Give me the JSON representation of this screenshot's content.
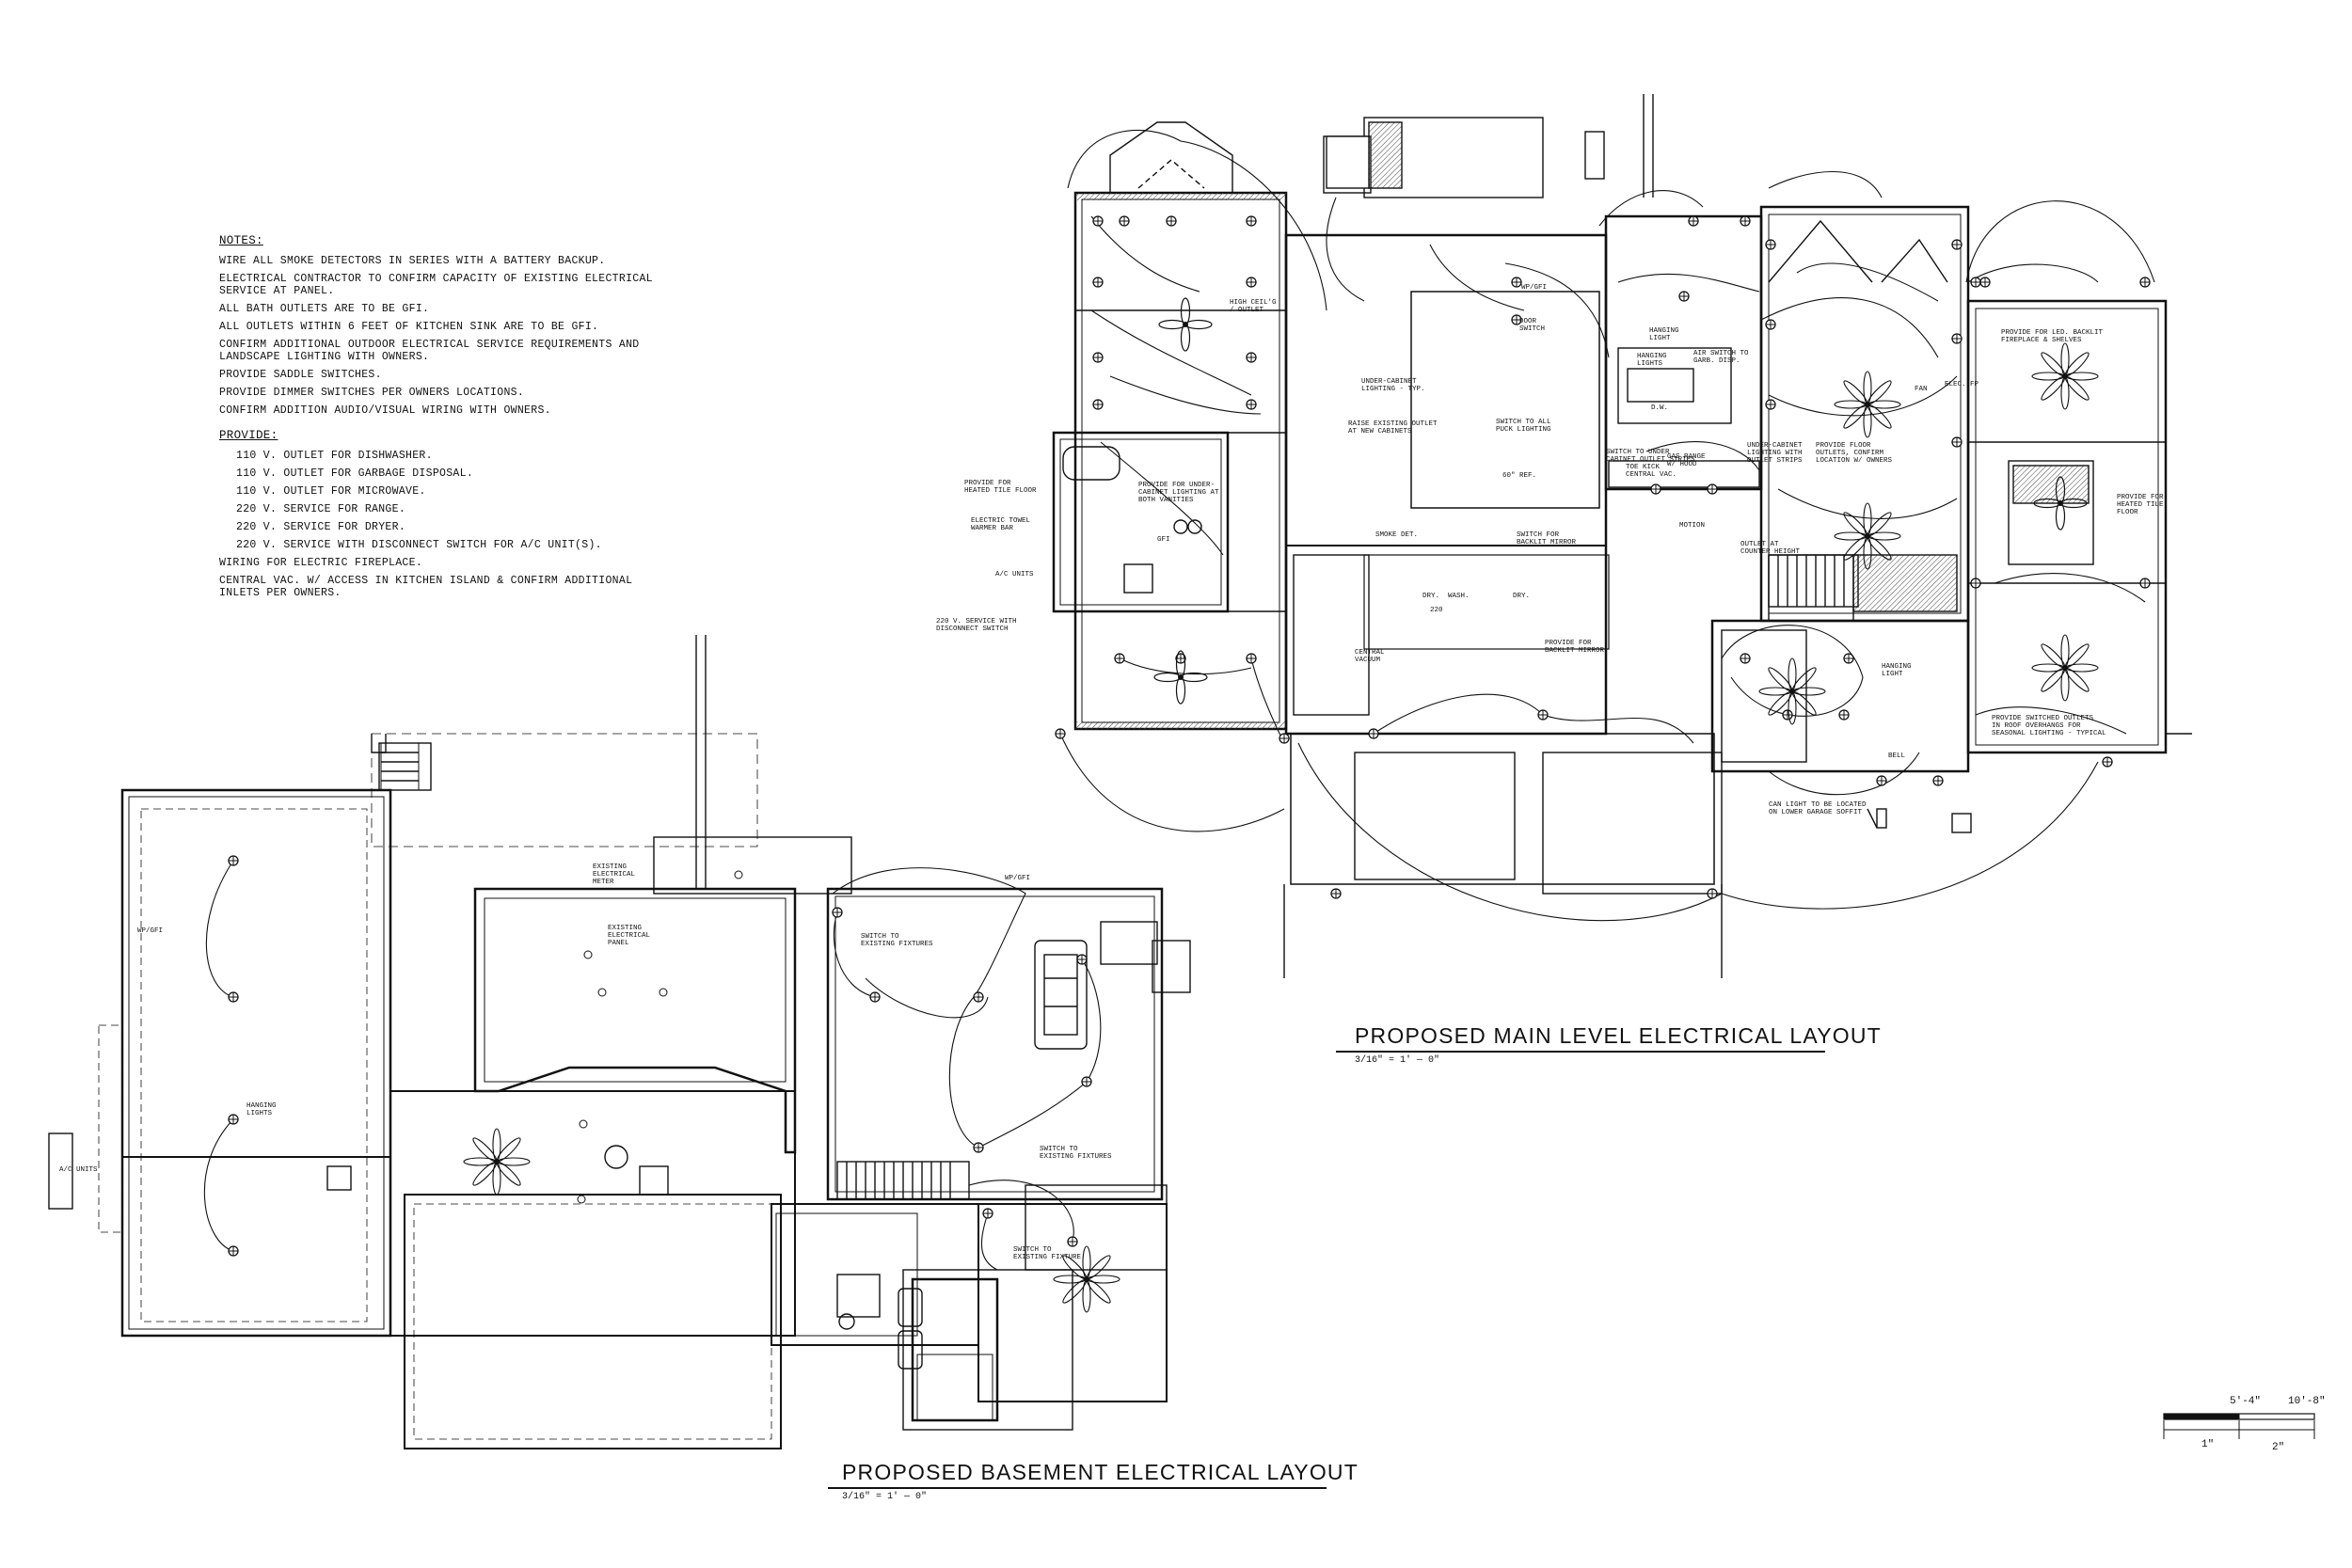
{
  "notes": {
    "heading": "NOTES:",
    "items": [
      "WIRE ALL SMOKE DETECTORS IN SERIES WITH A BATTERY BACKUP.",
      "ELECTRICAL CONTRACTOR TO CONFIRM CAPACITY OF EXISTING ELECTRICAL SERVICE AT PANEL.",
      "ALL BATH OUTLETS ARE TO BE GFI.",
      "ALL OUTLETS WITHIN 6 FEET OF KITCHEN SINK ARE TO BE GFI.",
      "CONFIRM ADDITIONAL OUTDOOR ELECTRICAL SERVICE REQUIREMENTS AND LANDSCAPE LIGHTING WITH OWNERS.",
      "PROVIDE SADDLE SWITCHES.",
      "PROVIDE DIMMER SWITCHES PER OWNERS LOCATIONS.",
      "CONFIRM ADDITION AUDIO/VISUAL WIRING WITH OWNERS."
    ]
  },
  "provide": {
    "heading": "PROVIDE:",
    "items": [
      "110 V. OUTLET FOR DISHWASHER.",
      "110 V. OUTLET FOR GARBAGE DISPOSAL.",
      "110 V. OUTLET FOR MICROWAVE.",
      "220 V. SERVICE FOR RANGE.",
      "220 V. SERVICE FOR DRYER.",
      "220 V. SERVICE WITH DISCONNECT SWITCH FOR A/C UNIT(S).",
      "WIRING FOR ELECTRIC FIREPLACE.",
      "CENTRAL VAC. W/ ACCESS IN KITCHEN ISLAND & CONFIRM ADDITIONAL INLETS PER OWNERS."
    ]
  },
  "main_level": {
    "title": "PROPOSED MAIN LEVEL ELECTRICAL LAYOUT",
    "scale": "3/16\" = 1' — 0\"",
    "labels": {
      "high_ceiling_outlet": "HIGH CEIL'G\n/ OUTLET",
      "heated_tile_floor_left": "PROVIDE FOR\nHEATED TILE FLOOR",
      "under_cabinet_vanities": "PROVIDE FOR UNDER-\nCABINET LIGHTING AT\nBOTH VANITIES",
      "towel_warmer": "ELECTRIC TOWEL\nWARMER BAR",
      "ac_units": "A/C UNITS",
      "service_220_disconnect": "220 V. SERVICE WITH\nDISCONNECT SWITCH",
      "central_vacuum": "CENTRAL\nVACUUM",
      "smoke_det": "SMOKE DET.",
      "door_switch": "DOOR\nSWITCH",
      "under_cabinet_typ": "UNDER-CABINET\nLIGHTING - TYP.",
      "raise_outlet": "RAISE EXISTING OUTLET\nAT NEW CABINETS",
      "switch_puck": "SWITCH TO ALL\nPUCK LIGHTING",
      "switch_backlit_top": "SWITCH FOR\nBACKLIT MIRROR",
      "backlit_mirror": "PROVIDE FOR\nBACKLIT MIRROR",
      "hanging_light_top": "HANGING\nLIGHT",
      "hanging_lights_kitchen": "HANGING\nLIGHTS",
      "air_switch": "AIR SWITCH TO\nGARB. DISP.",
      "toe_kick_vac": "TOE KICK\nCENTRAL VAC.",
      "switch_under_cabinet": "SWITCH TO UNDER\nCABINET OUTLET STRIPS",
      "gas_range": "GAS RANGE\nW/ HOOD",
      "under_cabinet_strips": "UNDER-CABINET\nLIGHTING WITH\nOUTLET STRIPS",
      "floor_outlets": "PROVIDE FLOOR\nOUTLETS, CONFIRM\nLOCATION W/ OWNERS",
      "motion": "MOTION",
      "outlet_counter": "OUTLET AT\nCOUNTER HEIGHT",
      "led_backlit_fireplace": "PROVIDE FOR LED. BACKLIT\nFIREPLACE & SHELVES",
      "heated_tile_floor_right": "PROVIDE FOR\nHEATED TILE\nFLOOR",
      "hanging_light_right": "HANGING\nLIGHT",
      "switched_outlets": "PROVIDE SWITCHED OUTLETS\nIN ROOF OVERHANGS FOR\nSEASONAL LIGHTING - TYPICAL",
      "can_light": "CAN LIGHT TO BE LOCATED\nON LOWER GARAGE SOFFIT",
      "bell": "BELL",
      "elec_fp": "ELEC. FP",
      "fan": "FAN",
      "ref": "60\" REF.",
      "dw": "D.W.",
      "dry_wash": "DRY.  WASH.",
      "dry": "DRY.",
      "wp_gfi": "WP/GFI",
      "gfi": "GFI",
      "v220": "220"
    }
  },
  "basement": {
    "title": "PROPOSED BASEMENT ELECTRICAL LAYOUT",
    "scale": "3/16\" = 1' — 0\"",
    "labels": {
      "existing_meter": "EXISTING\nELECTRICAL\nMETER",
      "existing_panel": "EXISTING\nELECTRICAL\nPANEL",
      "switch_existing_top": "SWITCH TO\nEXISTING FIXTURES",
      "switch_existing_mid": "SWITCH TO\nEXISTING FIXTURES",
      "switch_existing_fixture": "SWITCH TO\nEXISTING FIXTURE",
      "hanging_lights": "HANGING\nLIGHTS",
      "ac_units": "A/C UNITS",
      "wp_gfi_left": "WP/GFI",
      "wp_gfi_top": "WP/GFI"
    }
  },
  "scale_bar": {
    "mark_1": "5'-4\"",
    "mark_2": "10'-8\"",
    "inch_1": "1\"",
    "inch_2": "2\""
  }
}
